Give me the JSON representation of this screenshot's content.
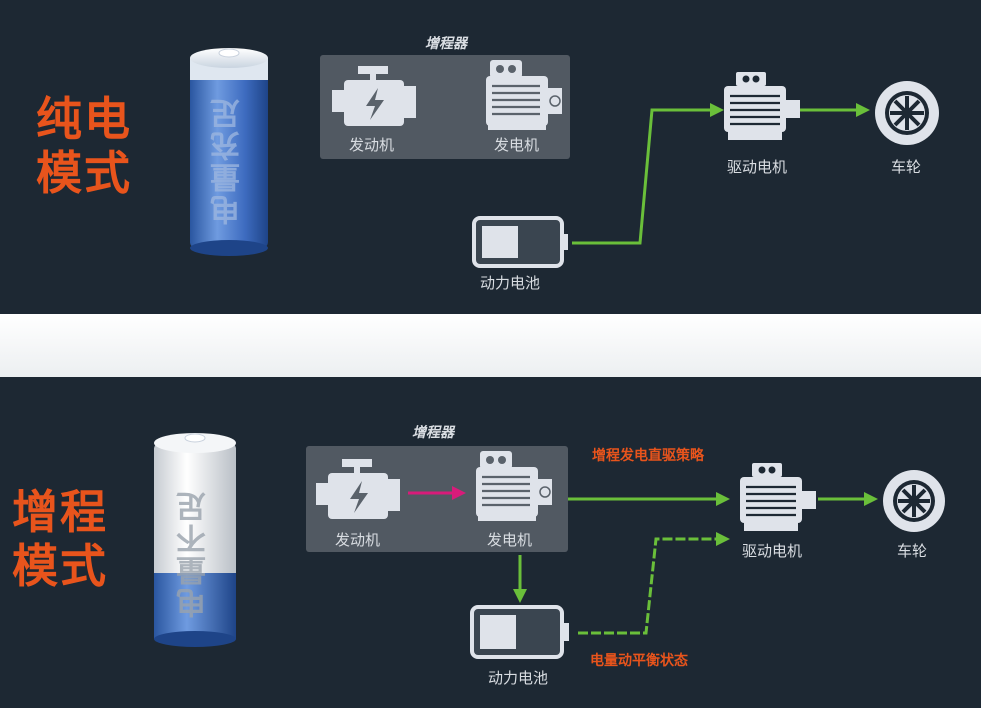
{
  "top": {
    "mode_title_line1": "纯电",
    "mode_title_line2": "模式",
    "battery_text": "电量充足",
    "range_extender_title": "增程器",
    "engine_label": "发动机",
    "generator_label": "发电机",
    "drive_motor_label": "驱动电机",
    "wheel_label": "车轮",
    "power_battery_label": "动力电池"
  },
  "bottom": {
    "mode_title_line1": "增程",
    "mode_title_line2": "模式",
    "battery_text": "电量不足",
    "range_extender_title": "增程器",
    "engine_label": "发动机",
    "generator_label": "发电机",
    "drive_motor_label": "驱动电机",
    "wheel_label": "车轮",
    "power_battery_label": "动力电池",
    "strategy_label": "增程发电直驱策略",
    "balance_label": "电量动平衡状态"
  },
  "colors": {
    "background": "#1d2833",
    "accent_orange": "#e8541c",
    "arrow_green": "#6abf3a",
    "arrow_magenta": "#d81b7a",
    "battery_blue": "#3b6fc0",
    "icon_light": "#dfe3ea"
  }
}
